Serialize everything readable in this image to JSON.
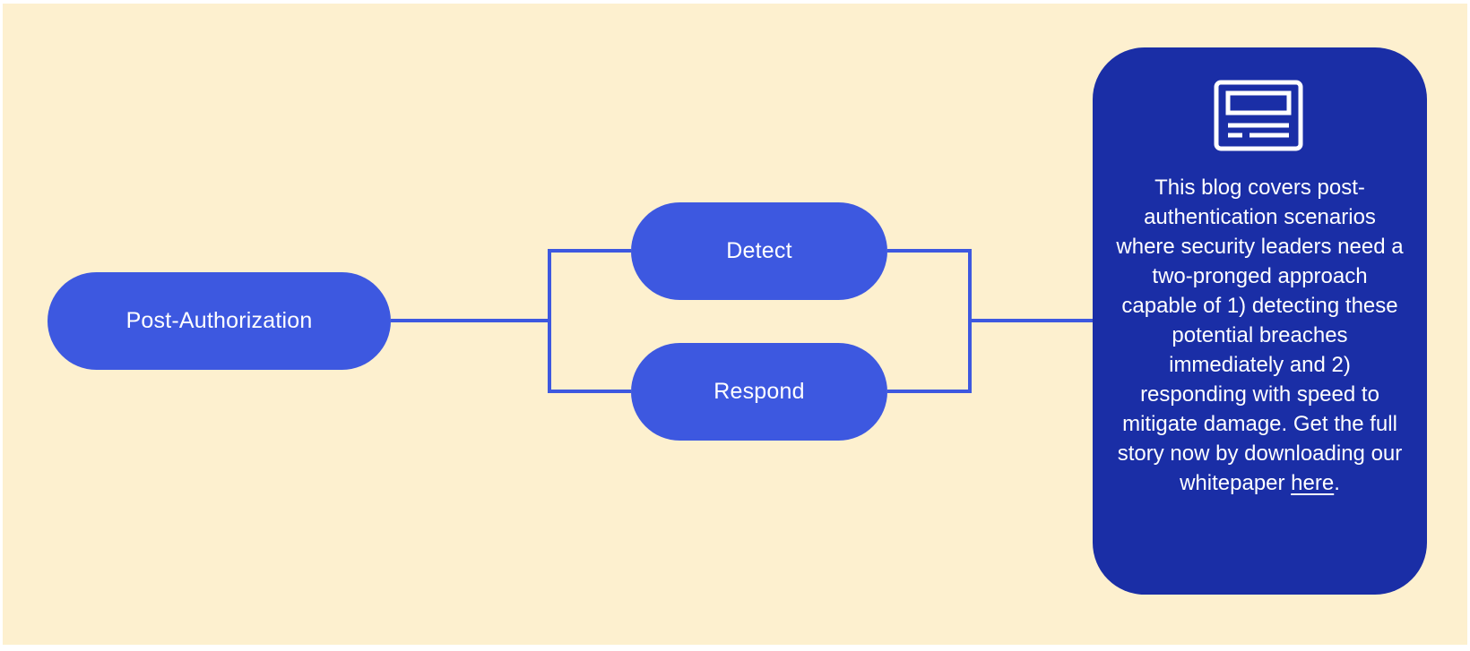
{
  "diagram": {
    "root_label": "Post-Authorization",
    "branches": [
      {
        "label": "Detect"
      },
      {
        "label": "Respond"
      }
    ]
  },
  "card": {
    "icon": "browser-window-icon",
    "text_before_link": "This blog covers post-authentication scenarios where security leaders need a two-pronged approach capable of 1) detecting these potential breaches immediately and 2) responding with speed to mitigate damage. Get the full story now by downloading our whitepaper ",
    "link_label": "here",
    "text_after_link": "."
  },
  "colors": {
    "background": "#fdf0cf",
    "node": "#3d58e0",
    "card": "#1a2ea6",
    "connector": "#3d58e0",
    "text": "#ffffff"
  }
}
